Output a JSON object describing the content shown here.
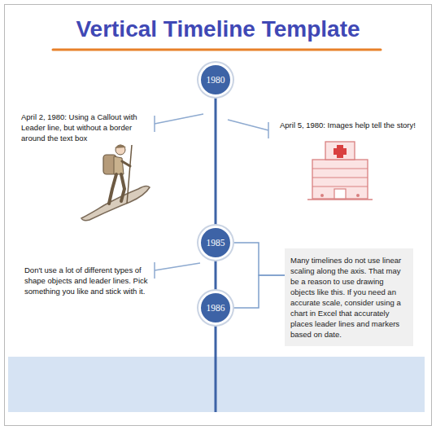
{
  "diagram": {
    "title": "Vertical Timeline Template",
    "nodes": [
      {
        "text": [
          "1980"
        ]
      },
      {
        "text": [
          "1985"
        ]
      },
      {
        "text": [
          "Many timelines do not use linear scaling along the axis.  That may be a reason to use drawing objects like this. If you need an accurate scale, consider using a chart in Excel that accurately places leader lines and  markers based on date."
        ]
      },
      {
        "text": [
          "1986"
        ]
      }
    ],
    "edges": [
      {
        "from": 1,
        "to": 2,
        "arrow": "none"
      },
      {
        "from": 3,
        "to": 2,
        "arrow": "none"
      }
    ],
    "labels": [
      "April 2, 1980: Using a Callout with Leader line, but without a border around the text box",
      "April 5, 1980: Images help tell the story!",
      "Don't use a lot of different types of shape objects and leader lines. Pick something you like and stick with it."
    ]
  }
}
